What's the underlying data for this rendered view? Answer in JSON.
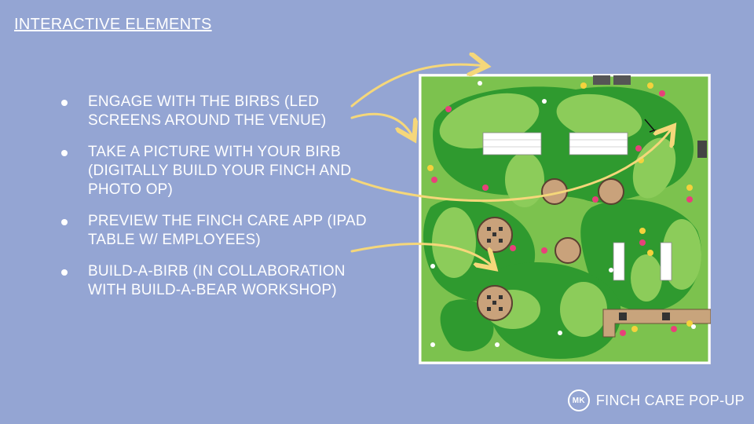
{
  "slide": {
    "title": "INTERACTIVE ELEMENTS",
    "bullets": [
      "ENGAGE WITH THE BIRBS (LED SCREENS AROUND THE VENUE)",
      "TAKE A PICTURE WITH YOUR BIRB (DIGITALLY BUILD YOUR FINCH AND PHOTO OP)",
      "PREVIEW THE FINCH CARE APP (IPAD TABLE W/ EMPLOYEES)",
      "BUILD-A-BIRB (IN COLLABORATION WITH BUILD-A-BEAR WORKSHOP)"
    ]
  },
  "footer": {
    "brand": "FINCH CARE POP-UP",
    "logo_text": "MK"
  },
  "colors": {
    "background": "#94a5d3",
    "arrow": "#f5d77a",
    "grass_light": "#7cc24e",
    "grass_dark": "#2f9a2f",
    "table": "#c9a27b",
    "counter": "#c8a47c"
  }
}
